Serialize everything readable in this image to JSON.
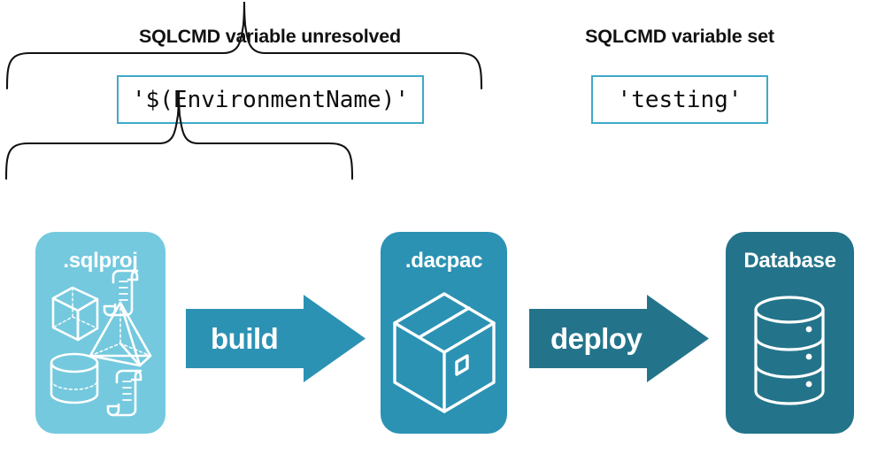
{
  "diagram": {
    "title": "SQLCMD variable resolution during build and deploy",
    "background": "#ffffff",
    "colors": {
      "light_teal": "#74C9DE",
      "mid_teal": "#2B92B4",
      "dark_teal": "#23748A",
      "box_border": "#3FA9C8",
      "text": "#111111",
      "white": "#ffffff"
    }
  },
  "headers": {
    "left": "SQLCMD variable unresolved",
    "right": "SQLCMD variable set"
  },
  "code_boxes": {
    "left": "'$(EnvironmentName)'",
    "right": "'testing'"
  },
  "braces": {
    "left": {
      "label": "groups .sqlproj build .dacpac"
    },
    "right": {
      "label": "groups .dacpac deploy Database"
    }
  },
  "cards": [
    {
      "id": "sqlproj",
      "label": ".sqlproj",
      "color": "#74C9DE",
      "icons": [
        "cube-icon",
        "script-scroll-icon",
        "pyramid-icon",
        "cylinder-icon",
        "script-scroll-icon"
      ]
    },
    {
      "id": "dacpac",
      "label": ".dacpac",
      "color": "#2B92B4",
      "icons": [
        "package-box-icon"
      ]
    },
    {
      "id": "database",
      "label": "Database",
      "color": "#23748A",
      "icons": [
        "database-cylinder-icon"
      ]
    }
  ],
  "arrows": [
    {
      "id": "build",
      "label": "build",
      "color": "#2B92B4",
      "from": "sqlproj",
      "to": "dacpac"
    },
    {
      "id": "deploy",
      "label": "deploy",
      "color": "#23748A",
      "from": "dacpac",
      "to": "database"
    }
  ]
}
